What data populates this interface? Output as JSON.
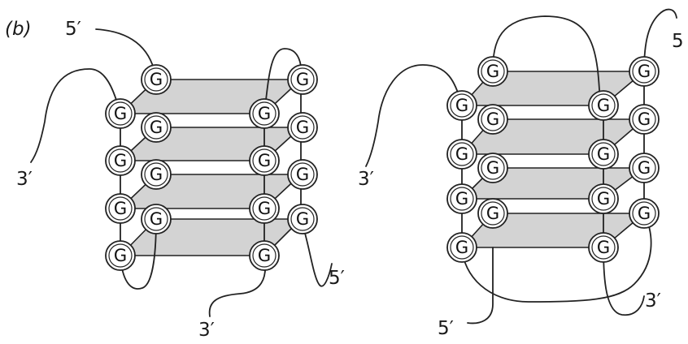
{
  "panel_label": "(b)",
  "nucleotide": "G",
  "left_quadruplex": {
    "end_labels": {
      "five_prime_top": "5′",
      "three_prime_left": "3′",
      "three_prime_bottom": "3′",
      "five_prime_right": "5′"
    }
  },
  "right_quadruplex": {
    "end_labels": {
      "five_prime_top_right": "5",
      "three_prime_left": "3′",
      "five_prime_bottom": "5′",
      "three_prime_bottom_right": "3′"
    }
  }
}
